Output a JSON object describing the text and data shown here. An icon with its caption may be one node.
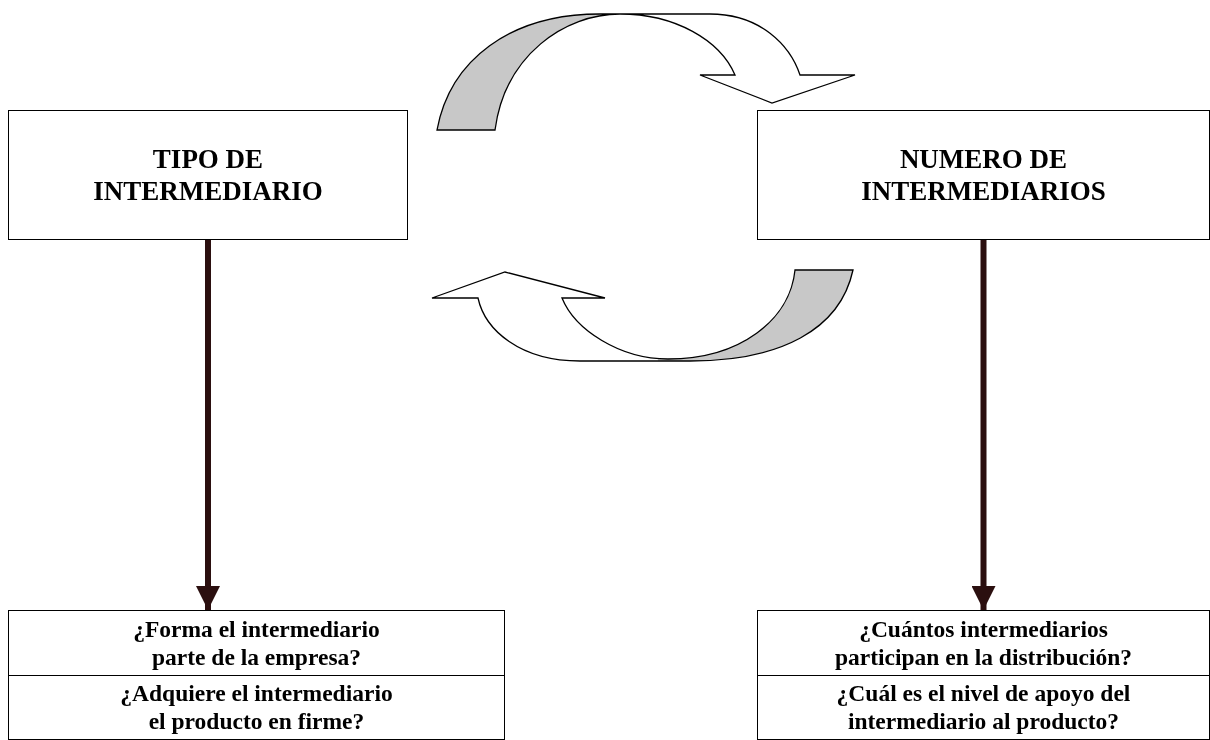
{
  "diagram": {
    "nodes": [
      {
        "text": [
          "TIPO DE INTERMEDIARIO"
        ]
      },
      {
        "text": [
          "NUMERO DE INTERMEDIARIOS"
        ]
      },
      {
        "text": [
          "¿Forma el intermediario parte de la empresa?",
          "¿Adquiere el intermediario el producto en firme?"
        ]
      },
      {
        "text": [
          "¿Cuántos intermediarios participan en la distribución?",
          "¿Cuál es el nivel de apoyo del intermediario al producto?"
        ]
      }
    ],
    "edges": [
      {
        "from": 0,
        "to": 1,
        "arrow": "to"
      },
      {
        "from": 1,
        "to": 0,
        "arrow": "to"
      },
      {
        "from": 0,
        "to": 2,
        "arrow": "to"
      },
      {
        "from": 1,
        "to": 3,
        "arrow": "to"
      }
    ]
  }
}
